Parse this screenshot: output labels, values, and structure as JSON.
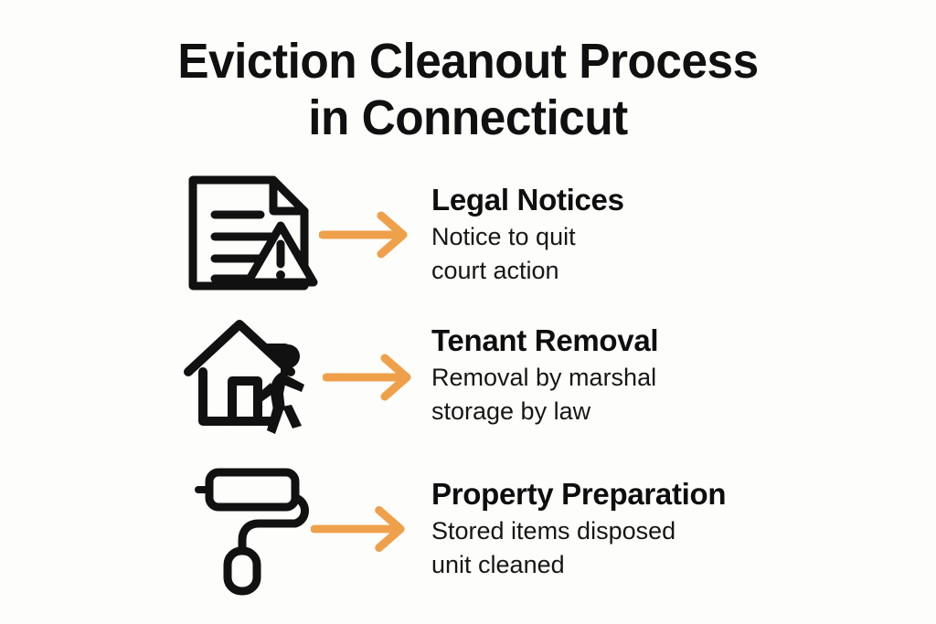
{
  "background_color": "#fdfdfb",
  "accent_color": "#efa04b",
  "ink_color": "#101010",
  "title": {
    "line1": "Eviction Cleanout Process",
    "line2": "in Connecticut",
    "full": "Eviction Cleanout Process in Connecticut"
  },
  "steps": [
    {
      "icon": "document-warning-icon",
      "arrow": "arrow-right-icon",
      "heading": "Legal Notices",
      "desc_line1": "Notice to quit",
      "desc_line2": "court action"
    },
    {
      "icon": "house-person-leaving-icon",
      "arrow": "arrow-right-icon",
      "heading": "Tenant Removal",
      "desc_line1": "Removal by marshal",
      "desc_line2": "storage by law"
    },
    {
      "icon": "paint-roller-icon",
      "arrow": "arrow-right-icon",
      "heading": "Property Preparation",
      "desc_line1": "Stored items disposed",
      "desc_line2": "unit cleaned"
    }
  ]
}
